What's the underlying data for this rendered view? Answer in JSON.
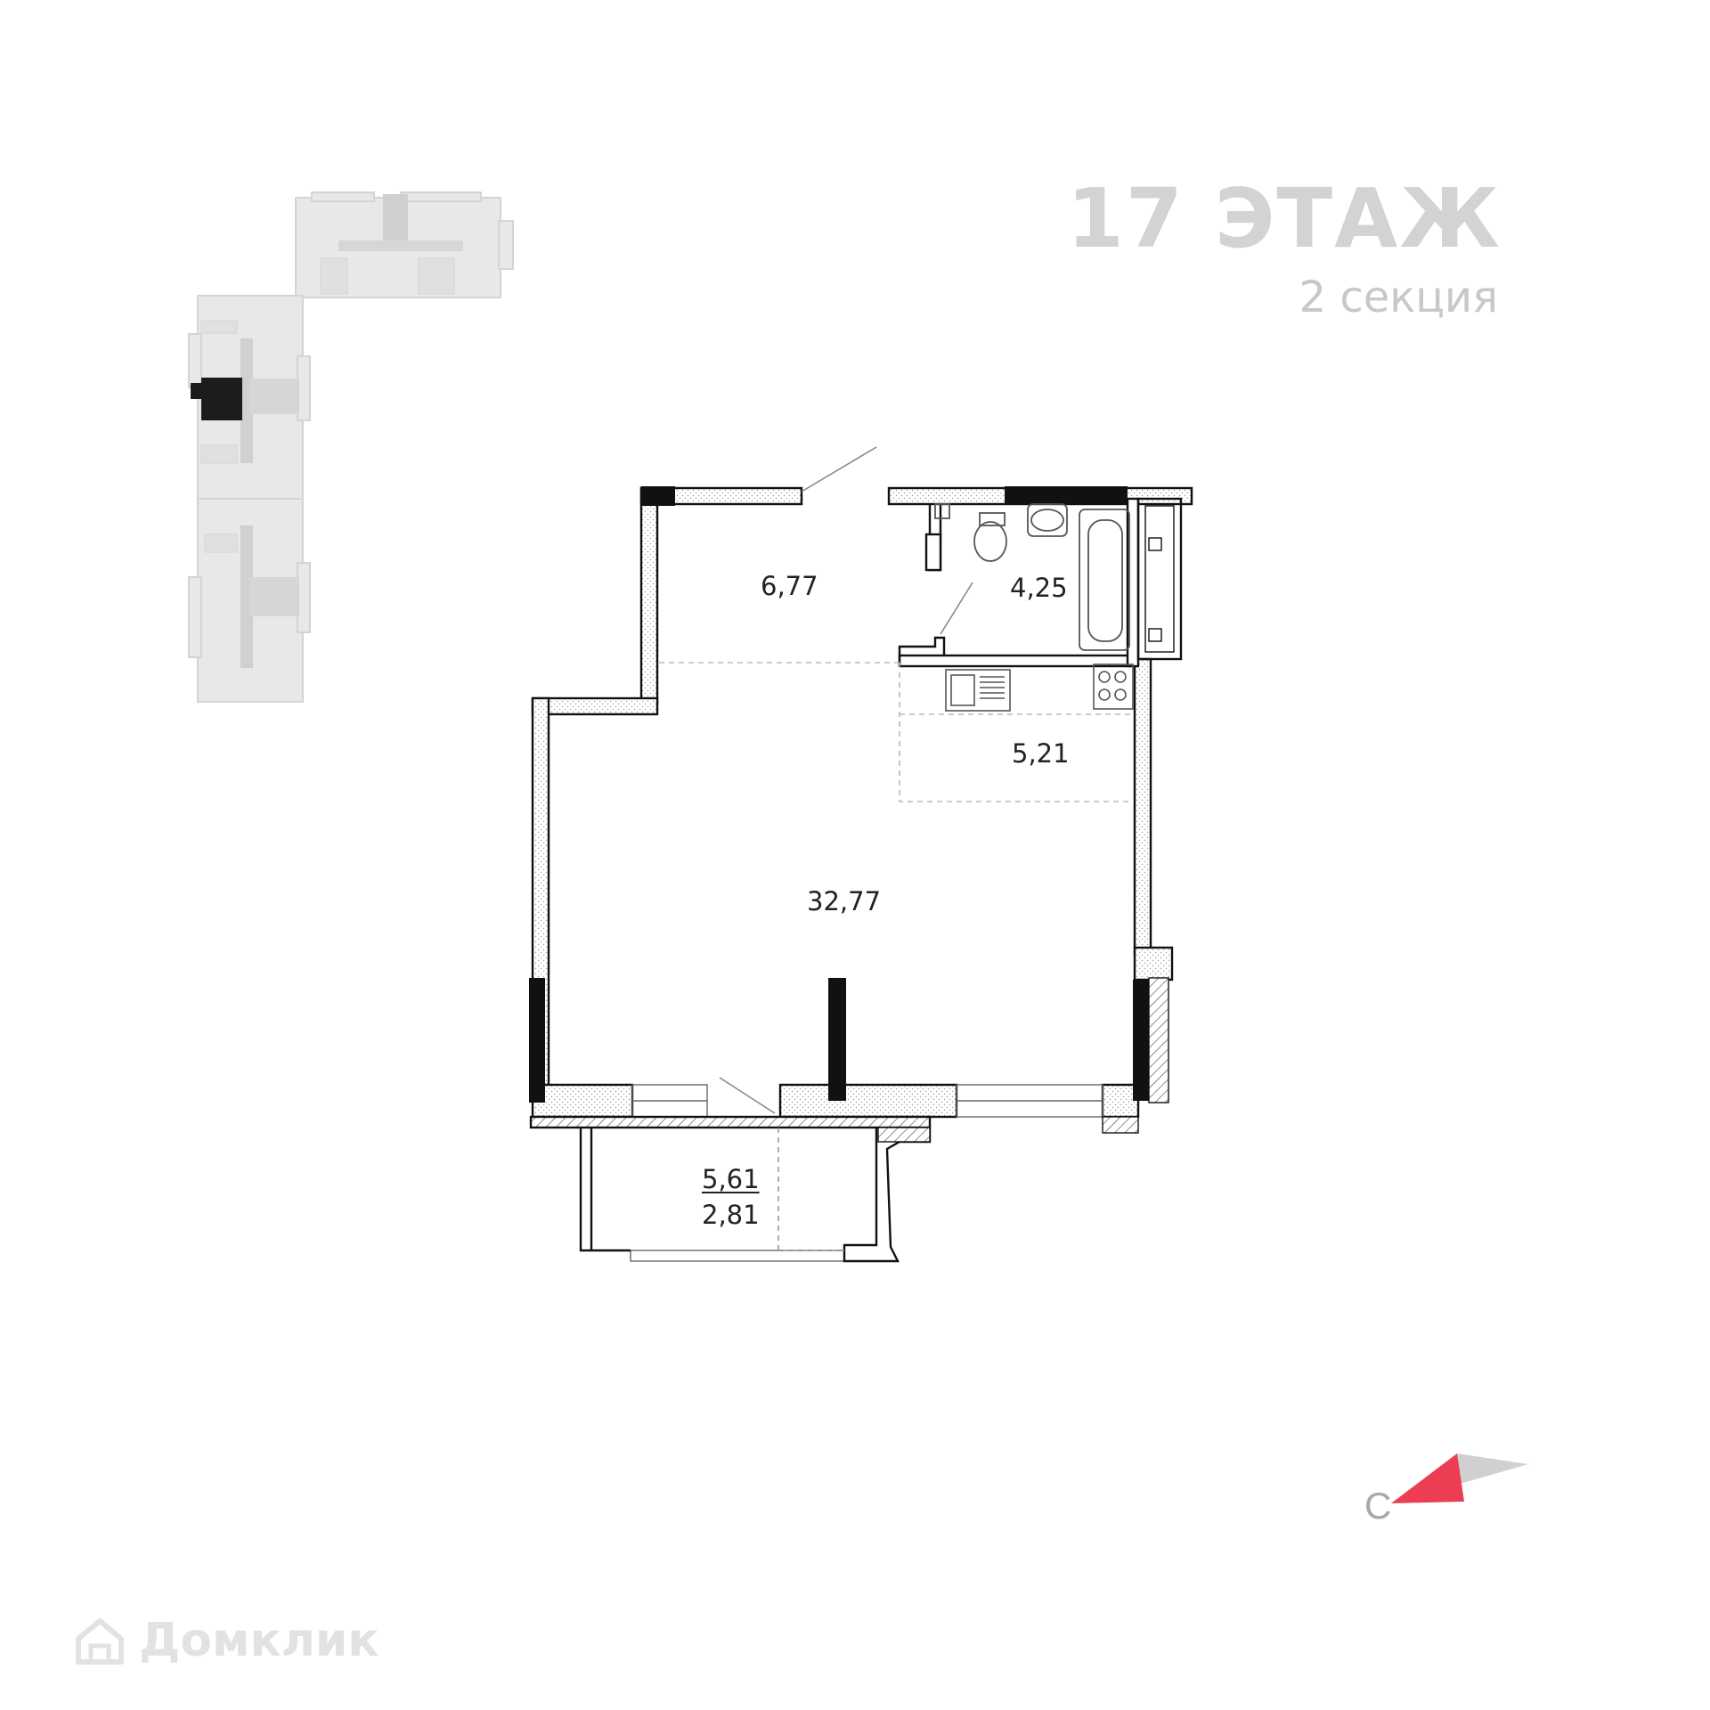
{
  "header": {
    "floor_title": "17 ЭТАЖ",
    "section_label": "2 секция"
  },
  "rooms": {
    "hallway_area": "6,77",
    "bathroom_area": "4,25",
    "kitchen_area": "5,21",
    "living_area": "32,77",
    "balcony_area": "5,61",
    "balcony_reduced_area": "2,81"
  },
  "compass": {
    "north_letter": "С",
    "arrow_color": "#ec3d52",
    "arrow_shade_color": "#d0d0d0"
  },
  "key_plan": {
    "highlight_color": "#1c1c1c",
    "building_color": "#e8e8e8"
  },
  "watermark": {
    "brand_text": "Домклик",
    "icon": "house-logo-icon"
  },
  "colors": {
    "wall": "#111111",
    "title": "#d3d3d3",
    "text": "#222222"
  }
}
